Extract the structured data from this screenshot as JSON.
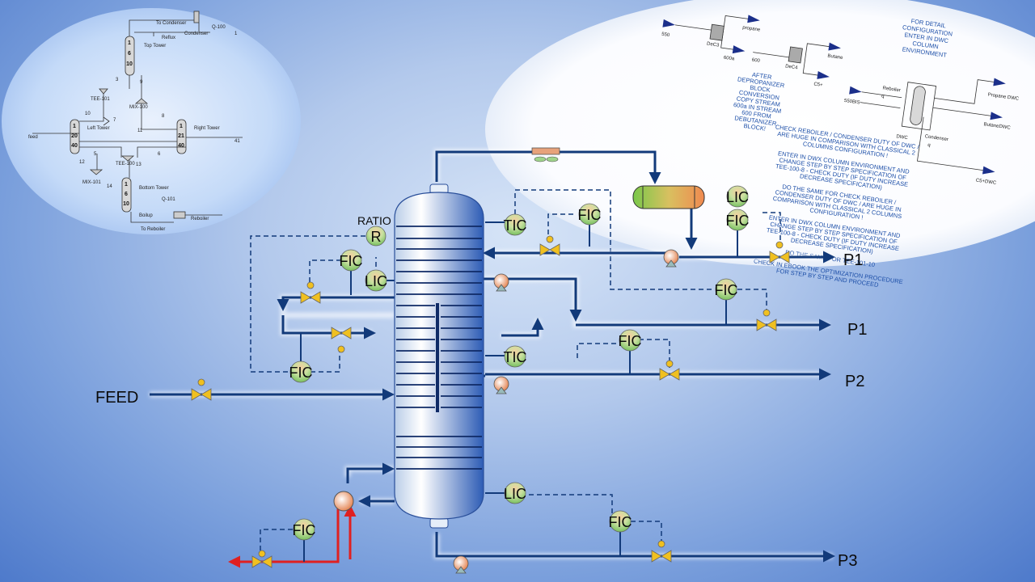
{
  "main_diagram": {
    "feed_label": "FEED",
    "outputs": [
      "P1",
      "P1",
      "P2",
      "P3"
    ],
    "ratio_label": "RATIO",
    "ratio_symbol": "R",
    "instruments": {
      "tic_top": "TIC",
      "fic_top_right": "FIC",
      "lic_drum": "LIC",
      "fic_drum": "FIC",
      "fic_left_upper": "FIC",
      "lic_left": "LIC",
      "fic_mid": "FIC",
      "tic_mid": "TIC",
      "fic_mid2": "FIC",
      "fic_left_lower": "FIC",
      "lic_bottom": "LIC",
      "fic_bottom": "FIC",
      "fic_reboiler": "FIC"
    }
  },
  "top_left_sketch": {
    "labels": [
      "To Condenser",
      "Q-100",
      "Reflux",
      "Condenser",
      "1",
      "Top Tower",
      "3",
      "9",
      "TEE-101",
      "MIX-100",
      "10",
      "7",
      "8",
      "11",
      "feed",
      "Left Tower",
      "Right Tower",
      "41",
      "5",
      "6",
      "12",
      "TEE-100",
      "13",
      "MIX-101",
      "14",
      "Bottom Tower",
      "Q-101",
      "Boilup",
      "Reboiler",
      "To Reboiler"
    ],
    "tower_numbers": [
      [
        "1",
        "6",
        "10"
      ],
      [
        "1",
        "20",
        "40"
      ],
      [
        "1",
        "21",
        "40"
      ],
      [
        "1",
        "6",
        "10"
      ]
    ]
  },
  "top_right_sketch": {
    "labels": [
      "550",
      "DeC3",
      "propane",
      "600a",
      "600",
      "DeC4",
      "Butane",
      "C5+",
      "550BIS",
      "Reboiler",
      "q",
      "DWC",
      "Condenser",
      "q",
      "Propane DWC",
      "ButaneDWC",
      "C5+DWC"
    ],
    "note_top": [
      "FOR DETAIL",
      "CONFIGURATION",
      "ENTER IN DWC",
      "COLUMN",
      "ENVIRONMENT"
    ],
    "note_left": [
      "AFTER",
      "DEPROPANIZER",
      "BLOCK",
      "CONVERSION",
      "COPY STREAM",
      "600a IN STREAM",
      "600 FROM",
      "DEBUTANIZER",
      "BLOCK!"
    ],
    "note_right": [
      "CHECK REBOILER / CONDENSER DUTY OF DWC /",
      "ARE HUGE IN COMPARISON WITH CLASSICAL 2",
      "COLUMNS CONFIGURATION !",
      "",
      "ENTER IN DWX COLUMN ENVIRONMENT AND",
      "CHANGE STEP BY STEP SPECIFICATION OF",
      "TEE-100-8 - CHECK DUTY (IF DUTY INCREASE",
      "DECREASE SPECIFICATION)",
      "",
      "DO THE SAME FOR CHECK REBOILER /",
      "CONDENSER DUTY OF DWC / ARE HUGE IN",
      "COMPARISON WITH CLASSICAL 2 COLUMNS",
      "CONFIGURATION !",
      "",
      "ENTER IN DWX COLUMN ENVIRONMENT AND",
      "CHANGE STEP BY STEP SPECIFICATION OF",
      "TEE-100-8 - CHECK DUTY (IF DUTY INCREASE",
      "DECREASE SPECIFICATION)",
      "",
      "DO THE SAME FOR TEE-101-10",
      "",
      "CHECK IN EBOOK THE OPTIMIZATION PROCEDURE",
      "FOR STEP BY STEP AND PROCEED"
    ]
  },
  "colors": {
    "pipe": "#123a7a",
    "hot_pipe": "#e02020",
    "valve": "#f0c020",
    "instrument_fill": "#9fd48a",
    "drum_fill": "#e09a60",
    "pump_fill": "#e8a070"
  }
}
